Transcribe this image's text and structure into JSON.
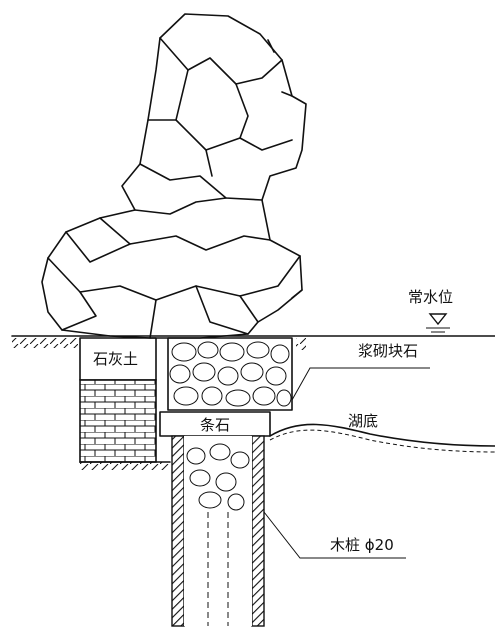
{
  "labels": {
    "water_level": "常水位",
    "mortar_rubble": "浆砌块石",
    "lime_soil": "石灰土",
    "strip_stone": "条石",
    "lake_bottom": "湖底",
    "wood_pile": "木桩 ϕ20"
  },
  "colors": {
    "ink": "#111111",
    "background": "#ffffff"
  }
}
